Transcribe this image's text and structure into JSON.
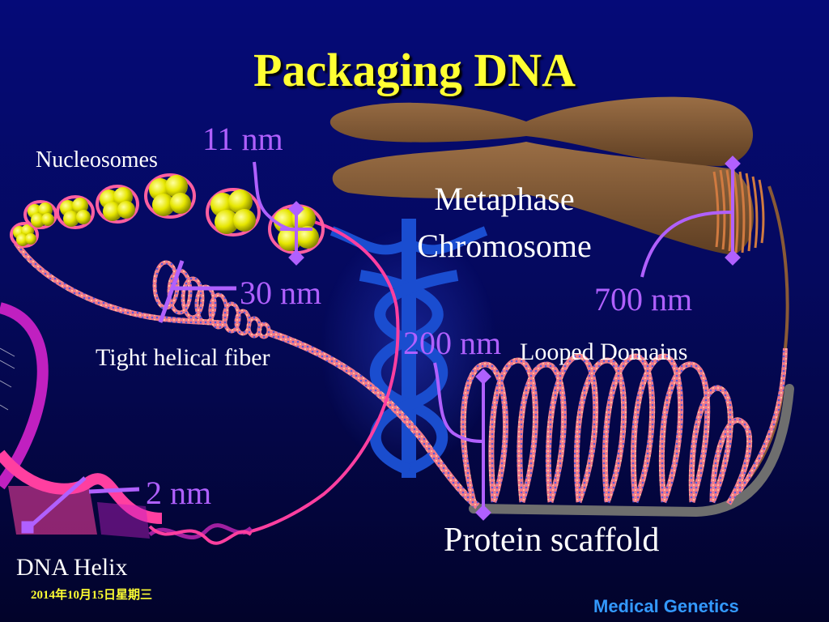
{
  "slide": {
    "title": "Packaging DNA",
    "footer_date": "2014年10月15日星期三",
    "footer_brand": "Medical Genetics"
  },
  "labels": {
    "nucleosomes": "Nucleosomes",
    "size_11nm": "11 nm",
    "metaphase_line1": "Metaphase",
    "metaphase_line2": "Chromosome",
    "size_30nm": "30 nm",
    "size_700nm": "700 nm",
    "tight_helical_fiber": "Tight helical fiber",
    "size_200nm": "200 nm",
    "looped_domains": "Looped Domains",
    "size_2nm": "2 nm",
    "protein_scaffold": "Protein scaffold",
    "dna_helix": "DNA Helix"
  },
  "colors": {
    "background_top": "#050a78",
    "title": "#ffff33",
    "label_text": "#ffffff",
    "measure_purple": "#b060ff",
    "chromosome_brown": "#7a5535",
    "nucleosome_yellow": "#e8e800",
    "fiber_pink": "#ff6a9a",
    "scaffold_gray": "#6e6e6e",
    "caduceus_blue": "#1a4fd6",
    "footer_brand": "#3399ff"
  }
}
